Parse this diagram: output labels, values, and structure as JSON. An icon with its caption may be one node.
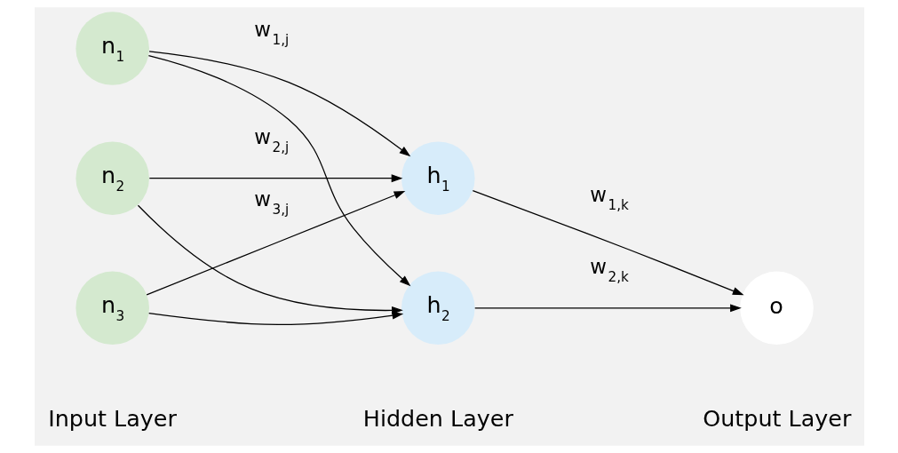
{
  "diagram": {
    "nodes": [
      {
        "text": [
          "n$_{1}$"
        ]
      },
      {
        "text": [
          "n$_{2}$"
        ]
      },
      {
        "text": [
          "n$_{3}$"
        ]
      },
      {
        "text": [
          "h$_{1}$"
        ]
      },
      {
        "text": [
          "h$_{2}$"
        ]
      },
      {
        "text": [
          "o"
        ]
      }
    ],
    "edges": [
      {
        "from": 0,
        "to": 3,
        "arrow": "to",
        "label": "w$_{1,j}$"
      },
      {
        "from": 0,
        "to": 4,
        "arrow": "to"
      },
      {
        "from": 1,
        "to": 3,
        "arrow": "to",
        "label": "w$_{2,j}$"
      },
      {
        "from": 1,
        "to": 4,
        "arrow": "to"
      },
      {
        "from": 2,
        "to": 3,
        "arrow": "to",
        "label": "w$_{3,j}$"
      },
      {
        "from": 2,
        "to": 4,
        "arrow": "to"
      },
      {
        "from": 3,
        "to": 5,
        "arrow": "to",
        "label": "w$_{1,k}$"
      },
      {
        "from": 4,
        "to": 5,
        "arrow": "to",
        "label": "w$_{2,k}$"
      }
    ],
    "labels": [
      "Input Layer",
      "Hidden Layer",
      "Output Layer"
    ]
  }
}
